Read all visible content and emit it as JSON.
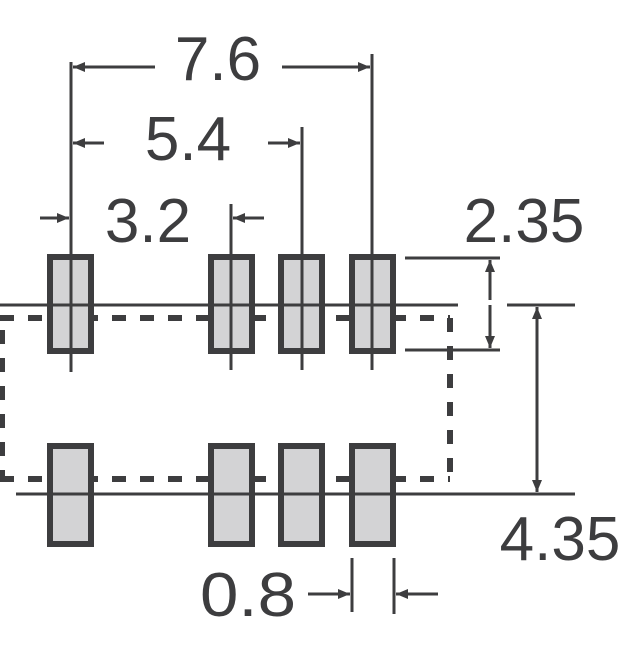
{
  "diagram": {
    "type": "PCB land pattern / footprint",
    "colors": {
      "ink": "#3d3d3f",
      "pad_fill": "#d3d3d5",
      "background": "#ffffff"
    },
    "dimensions": {
      "pitch_outer": "7.6",
      "pitch_mid": "5.4",
      "pitch_inner": "3.2",
      "pad_height": "2.35",
      "row_spacing": "4.35",
      "pad_width": "0.8"
    },
    "pads": {
      "top_row_count": 4,
      "bottom_row_count": 4
    }
  }
}
